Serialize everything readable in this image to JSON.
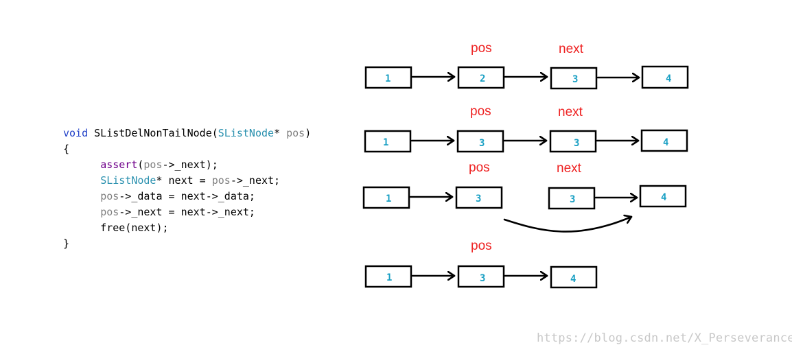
{
  "code": {
    "lines": [
      [
        {
          "t": "void",
          "c": "kw"
        },
        {
          "t": " SListDelNonTailNode("
        },
        {
          "t": "SListNode",
          "c": "ty"
        },
        {
          "t": "* "
        },
        {
          "t": "pos",
          "c": "var"
        },
        {
          "t": ")"
        }
      ],
      [
        {
          "t": "{"
        }
      ],
      [
        {
          "t": "      "
        },
        {
          "t": "assert",
          "c": "fn"
        },
        {
          "t": "("
        },
        {
          "t": "pos",
          "c": "var"
        },
        {
          "t": "->_next);"
        }
      ],
      [
        {
          "t": "      "
        },
        {
          "t": "SListNode",
          "c": "ty"
        },
        {
          "t": "* next = "
        },
        {
          "t": "pos",
          "c": "var"
        },
        {
          "t": "->_next;"
        }
      ],
      [
        {
          "t": "      "
        },
        {
          "t": "pos",
          "c": "var"
        },
        {
          "t": "->_data = next->_data;"
        }
      ],
      [
        {
          "t": "      "
        },
        {
          "t": "pos",
          "c": "var"
        },
        {
          "t": "->_next = next->_next;"
        }
      ],
      [
        {
          "t": "      free(next);"
        }
      ],
      [
        {
          "t": "}"
        }
      ]
    ]
  },
  "rows": [
    {
      "nodes": [
        "1",
        "2",
        "3",
        "4"
      ],
      "pos_label": "pos",
      "next_label": "next"
    },
    {
      "nodes": [
        "1",
        "3",
        "3",
        "4"
      ],
      "pos_label": "pos",
      "next_label": "next"
    },
    {
      "nodes": [
        "1",
        "3",
        "3",
        "4"
      ],
      "pos_label": "pos",
      "next_label": "next"
    },
    {
      "nodes": [
        "1",
        "3",
        "4"
      ],
      "pos_label": "pos"
    }
  ],
  "watermark": "https://blog.csdn.net/X_Perseverance"
}
